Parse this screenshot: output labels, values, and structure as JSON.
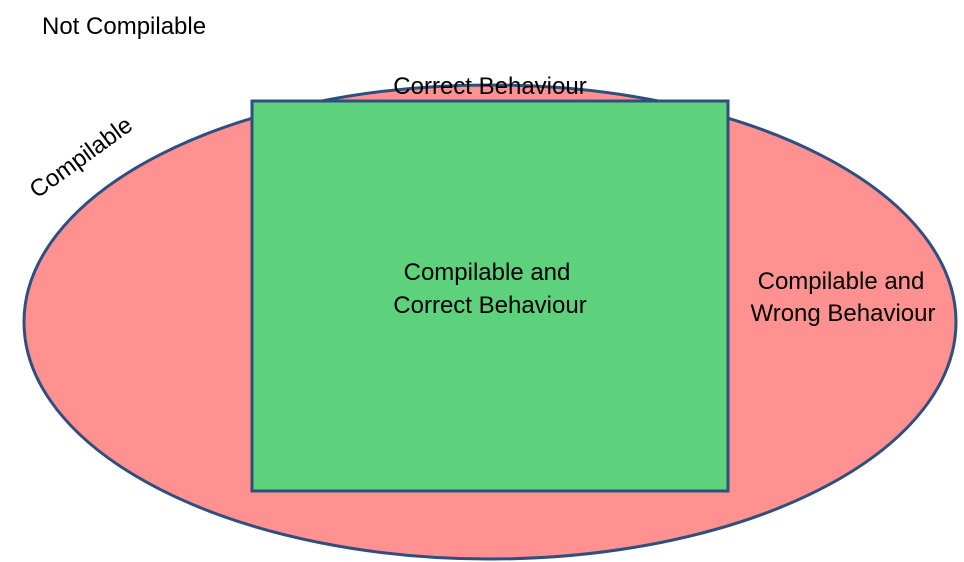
{
  "labels": {
    "outer": "Not Compilable",
    "ellipse": "Compilable",
    "rectangle": "Correct Behaviour",
    "inside_line1": "Compilable and",
    "inside_line2": "Correct Behaviour",
    "outside_line1": "Compilable and",
    "outside_line2": "Wrong Behaviour"
  },
  "colors": {
    "ellipse_fill": "#ff9190",
    "rect_fill": "#5dd17c",
    "stroke": "#2f4f7f"
  }
}
